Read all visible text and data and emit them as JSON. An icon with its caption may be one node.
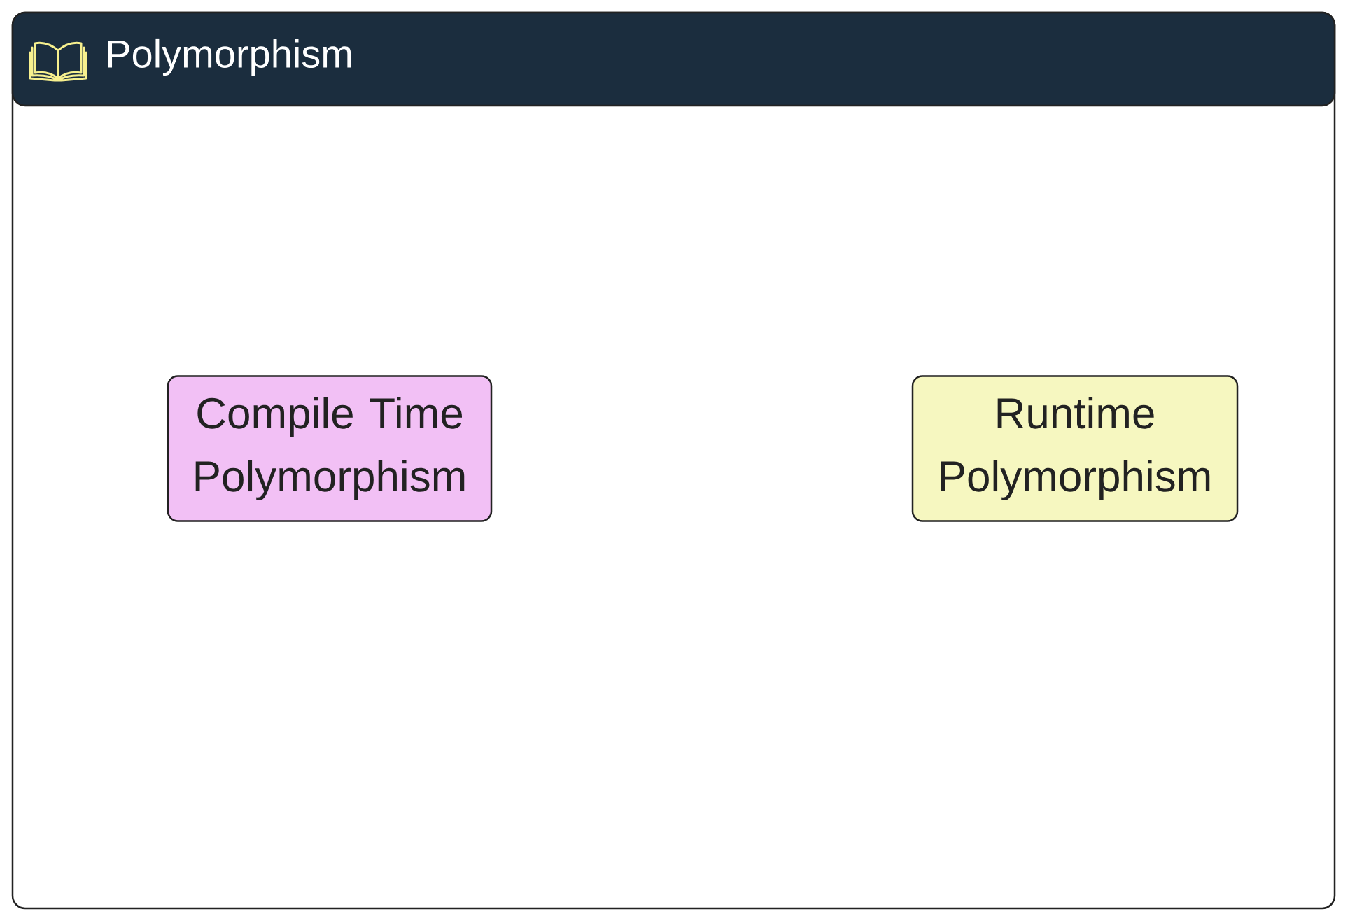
{
  "diagram": {
    "title": "Polymorphism",
    "nodes": [
      {
        "text": [
          "Compile Time Polymorphism"
        ]
      },
      {
        "text": [
          "Runtime Polymorphism"
        ]
      }
    ]
  }
}
